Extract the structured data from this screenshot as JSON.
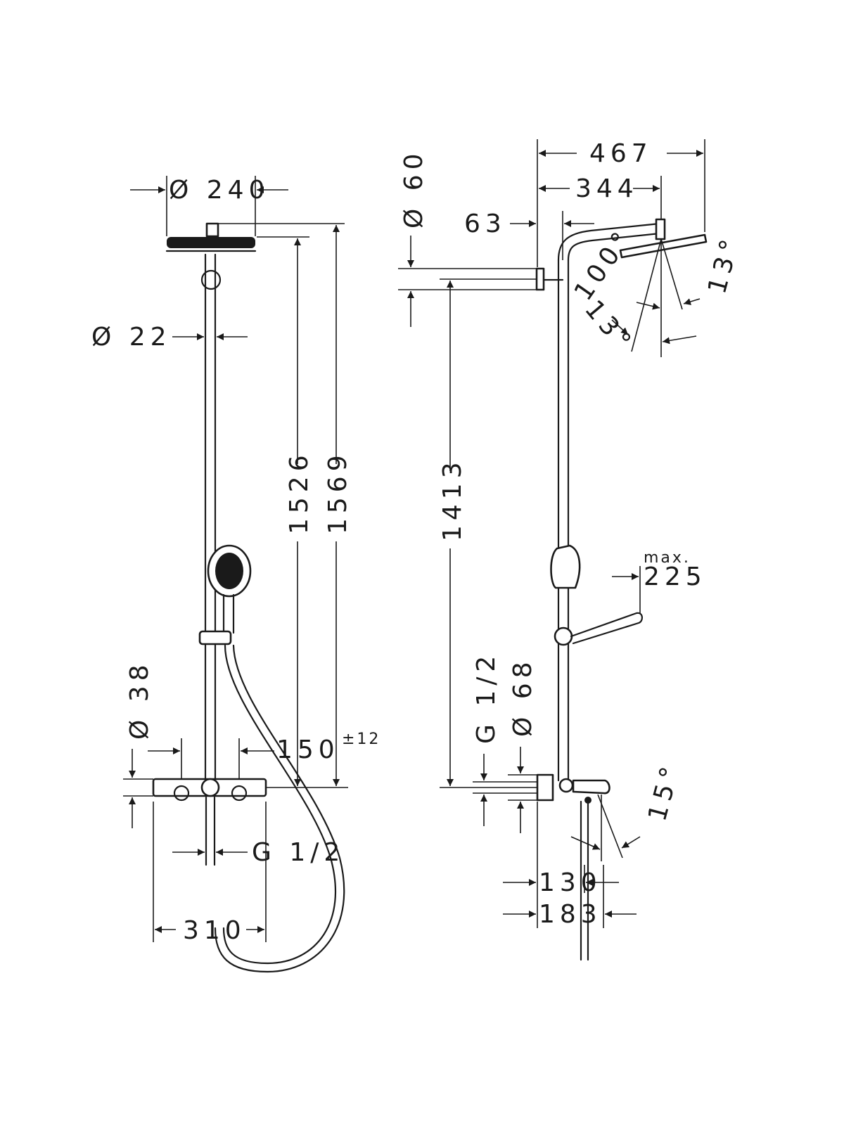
{
  "front_view": {
    "head_diameter": "Ø 240",
    "pipe_diameter": "Ø 22",
    "height_1526": "1526",
    "height_1569": "1569",
    "mixer_diameter": "Ø 38",
    "offset_150": "150",
    "tolerance": "±12",
    "thread": "G 1/2",
    "width_310": "310"
  },
  "side_view": {
    "reach_467": "467",
    "reach_344": "344",
    "wall_63": "63",
    "bracket_diameter": "Ø 60",
    "angle_100": "100°",
    "angle_13_right": "13°",
    "angle_13_left": "13°",
    "height_1413": "1413",
    "max_label": "max.",
    "max_225": "225",
    "thread": "G 1/2",
    "spout_diameter": "Ø 68",
    "angle_15": "15°",
    "depth_130": "130",
    "depth_183": "183"
  }
}
